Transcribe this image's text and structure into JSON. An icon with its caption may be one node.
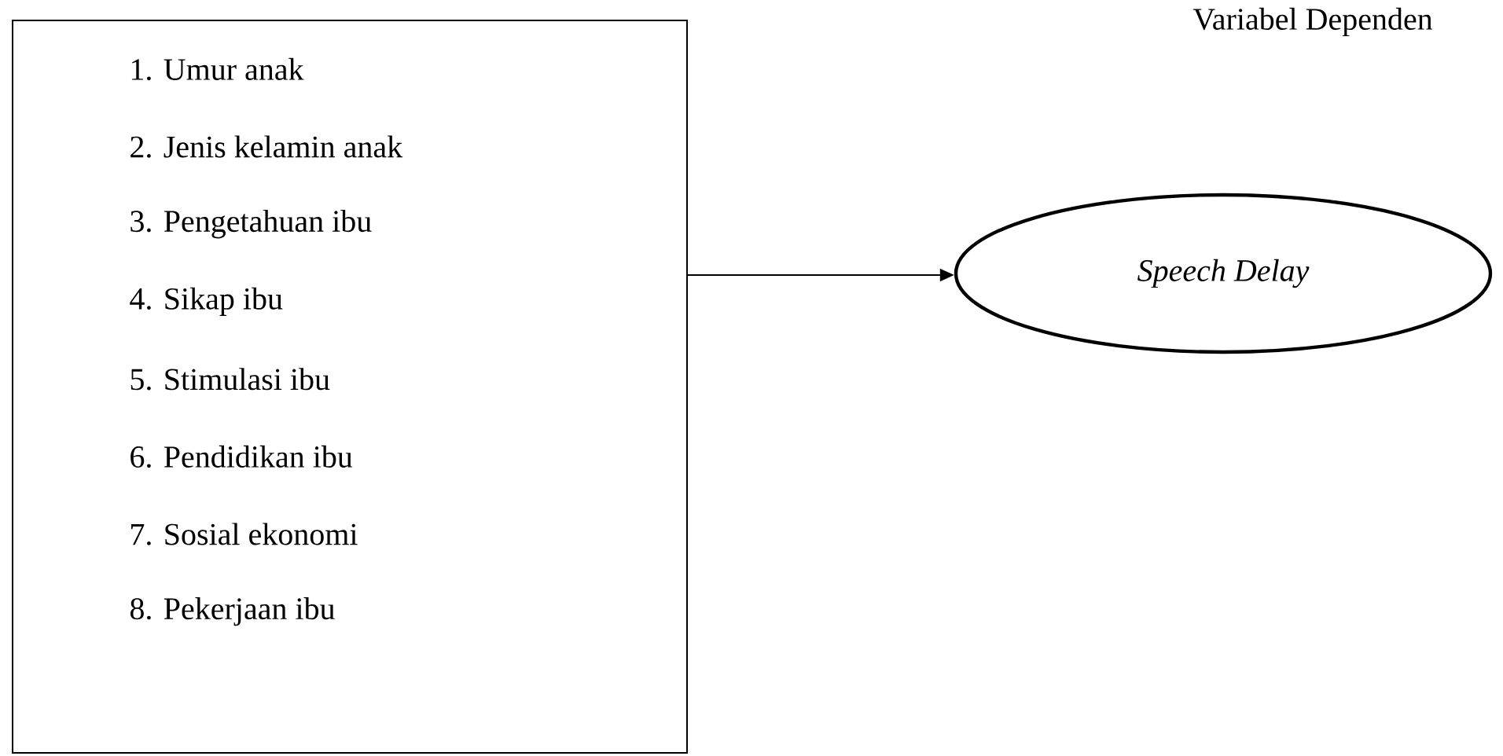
{
  "diagram": {
    "nodes": [
      {
        "text": [
          "1. Umur anak",
          "2. Jenis kelamin anak",
          "3. Pengetahuan ibu",
          "4. Sikap ibu",
          "5. Stimulasi ibu",
          "6. Pendidikan ibu",
          "7. Sosial ekonomi",
          "8. Pekerjaan ibu"
        ]
      },
      {
        "text": [
          "Speech Delay"
        ]
      }
    ],
    "edges": [
      {
        "from": 0,
        "to": 1,
        "arrow": "to"
      }
    ],
    "labels": [
      "Variabel Dependen"
    ]
  }
}
